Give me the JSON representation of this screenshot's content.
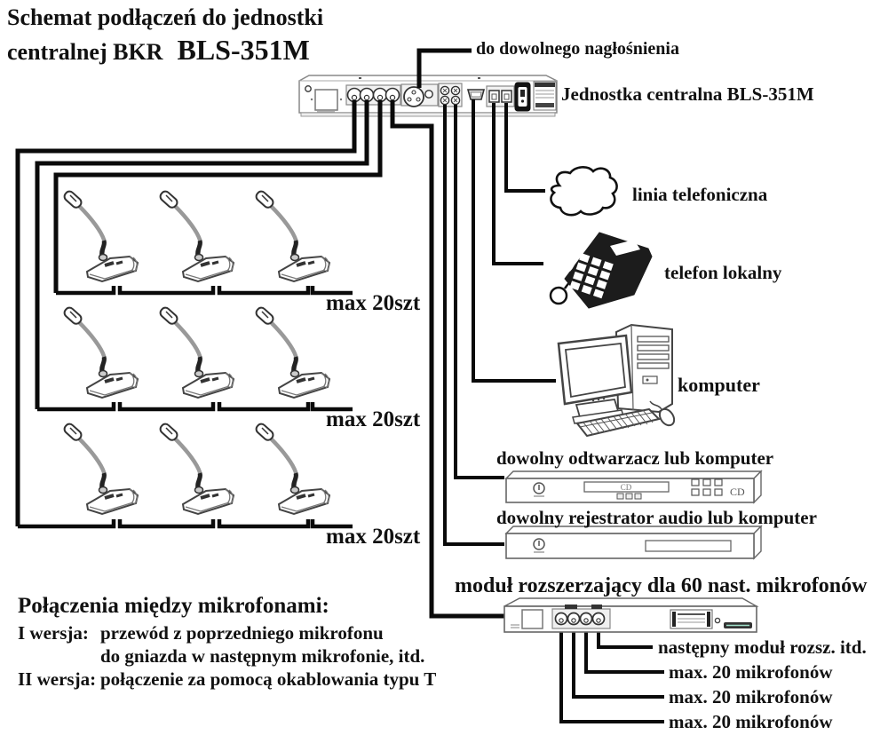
{
  "title": {
    "line1": "Schemat podłączeń do jednostki",
    "line2": "centralnej BKR",
    "model": "BLS-351M"
  },
  "central_unit": {
    "label": "Jednostka centralna BLS-351M",
    "pa_label": "do dowolnego nagłośnienia"
  },
  "mic_rows": [
    {
      "label": "max 20szt"
    },
    {
      "label": "max 20szt"
    },
    {
      "label": "max 20szt"
    }
  ],
  "peripherals": {
    "phone_line": "linia telefoniczna",
    "local_phone": "telefon lokalny",
    "computer": "komputer",
    "player": "dowolny odtwarzacz lub komputer",
    "recorder": "dowolny rejestrator audio lub komputer"
  },
  "cd_player": {
    "tray_text": "CD",
    "side_text": "CD"
  },
  "expansion": {
    "title": "moduł rozszerzający dla 60 nast. mikrofonów",
    "next_module": "następny moduł rozsz. itd.",
    "outputs": [
      "max. 20 mikrofonów",
      "max. 20 mikrofonów",
      "max. 20 mikrofonów"
    ]
  },
  "notes": {
    "heading": "Połączenia między mikrofonami:",
    "v1_label": "I wersja:",
    "v1_text": "przewód z poprzedniego mikrofonu",
    "v1_text2": "do gniazda w następnym mikrofonie, itd.",
    "v2_label": "II wersja:",
    "v2_text": "połączenie za pomocą okablowania typu T"
  },
  "colors": {
    "wire": "#0a0a0a",
    "outline": "#555555",
    "text": "#111111"
  }
}
